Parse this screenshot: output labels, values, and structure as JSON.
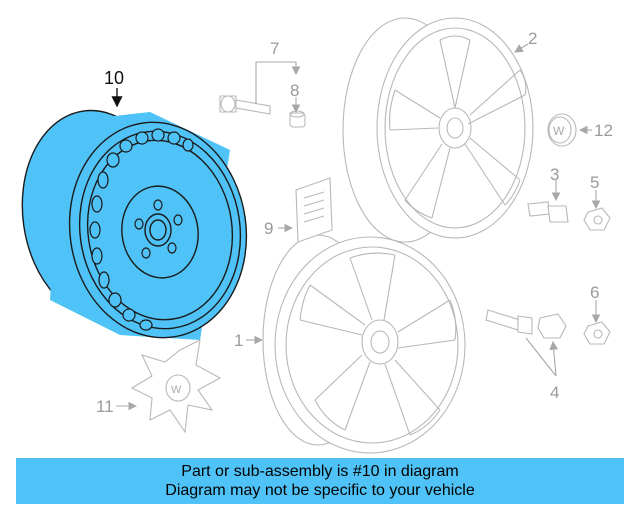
{
  "callouts": {
    "c1": "1",
    "c2": "2",
    "c3": "3",
    "c4": "4",
    "c5": "5",
    "c6": "6",
    "c7": "7",
    "c8": "8",
    "c9": "9",
    "c10": "10",
    "c11": "11",
    "c12": "12"
  },
  "banner": {
    "line1": "Part or sub-assembly is #10 in diagram",
    "line2": "Diagram may not be specific to your vehicle"
  },
  "colors": {
    "highlight": "#4fc3f7",
    "banner": "#4fc3f7"
  }
}
